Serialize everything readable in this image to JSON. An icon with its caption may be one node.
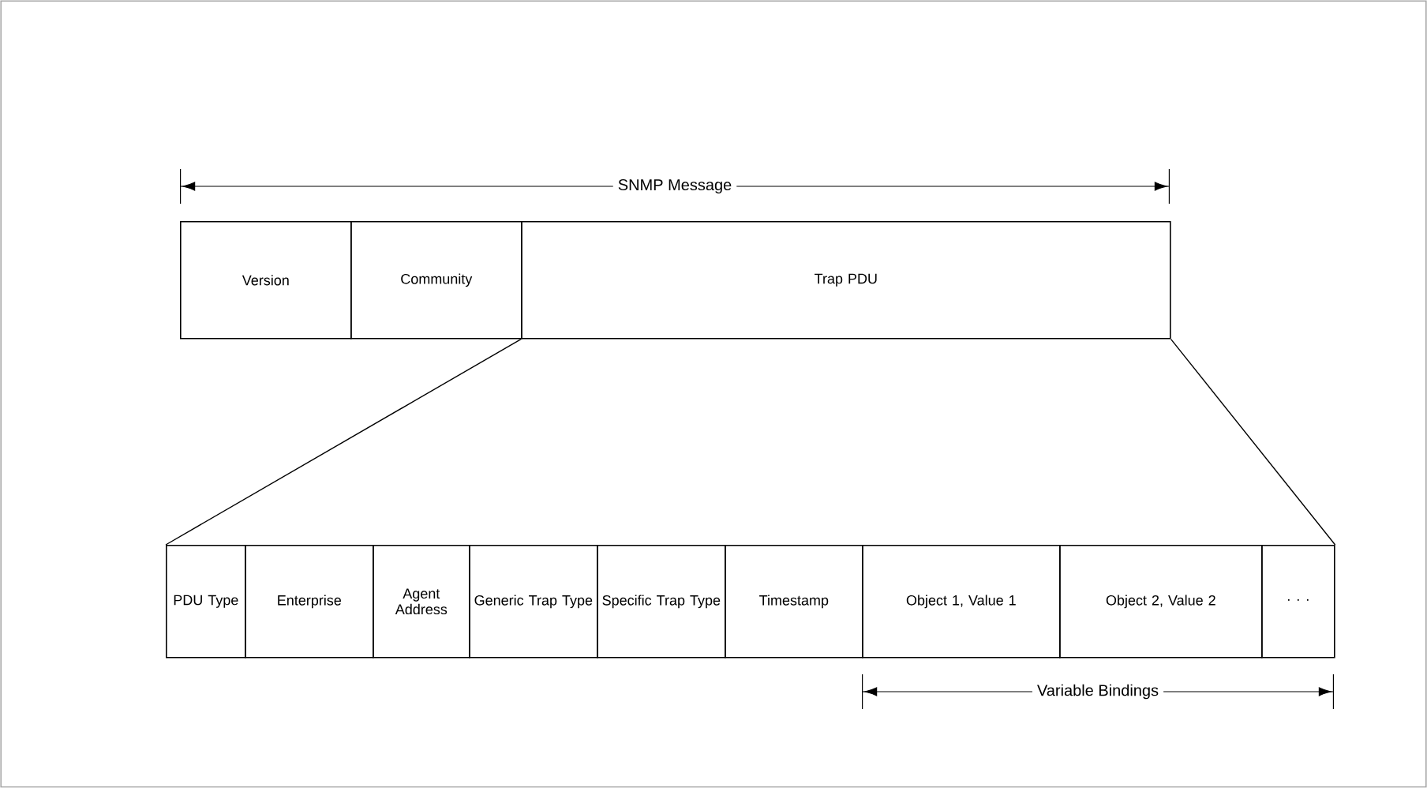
{
  "diagram": {
    "nodes": [
      {
        "text": [
          "Version"
        ]
      },
      {
        "text": [
          "Community"
        ]
      },
      {
        "text": [
          "Trap PDU"
        ]
      },
      {
        "text": [
          "PDU Type"
        ]
      },
      {
        "text": [
          "Enterprise"
        ]
      },
      {
        "text": [
          "Agent Address"
        ]
      },
      {
        "text": [
          "Generic Trap Type"
        ]
      },
      {
        "text": [
          "Specific Trap Type"
        ]
      },
      {
        "text": [
          "Timestamp"
        ]
      },
      {
        "text": [
          "Object 1, Value 1"
        ]
      },
      {
        "text": [
          "Object 2, Value 2"
        ]
      },
      {
        "text": [
          "· · ·"
        ]
      }
    ],
    "edges": [
      {
        "from": 2,
        "to": 3,
        "arrow": "none"
      },
      {
        "from": 2,
        "to": 11,
        "arrow": "none"
      }
    ],
    "labels": [
      "SNMP Message",
      "Variable Bindings"
    ]
  }
}
